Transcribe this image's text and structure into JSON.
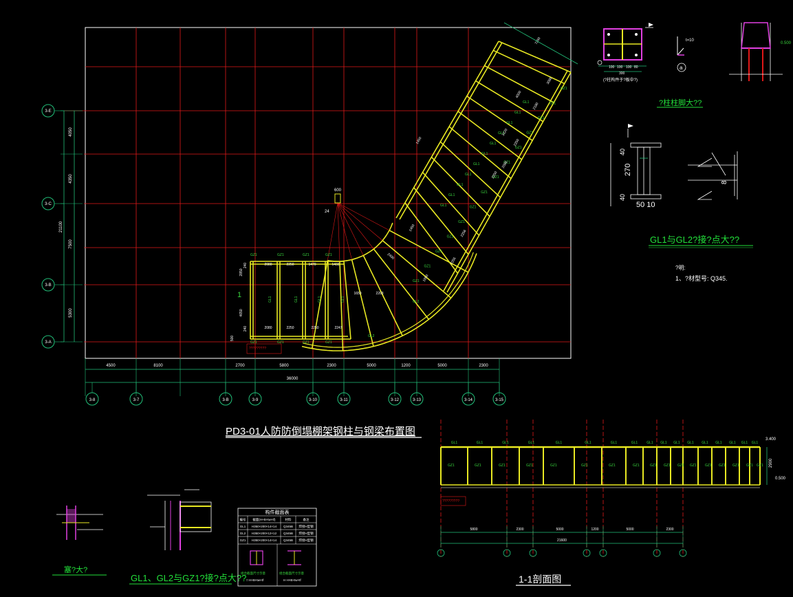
{
  "colors": {
    "background": "#000000",
    "border": "#ffffff",
    "grid": "#e01818",
    "beam": "#e8e822",
    "dim": "#22c07a",
    "label": "#39d43d",
    "text": "#ffffff",
    "detail_pink": "#e040e0",
    "title_green": "#22e03a"
  },
  "titles": {
    "plan": "PD3-01人防防倒塌棚架钢柱与钢梁布置图",
    "section": "1-1剖面图",
    "detail_column_foot": "?柱柱脚大??",
    "detail_gl1_gl2": "GL1与GL2?接?点大??",
    "detail_gl_gz1": "GL1、GL2与GZ1?接?点大??",
    "detail_stiffener": "塞?大?"
  },
  "notes": {
    "head": "?明:",
    "line1": "1、?材型号: Q345."
  },
  "axes": {
    "horizontal": [
      "3-8",
      "3-7",
      "3-B",
      "3-9",
      "3-10",
      "3-11",
      "3-12",
      "3-13",
      "3-14",
      "3-15"
    ],
    "vertical": [
      "3-E",
      "3-C",
      "3-B",
      "3-A"
    ]
  },
  "dims": {
    "bottom": [
      "4500",
      "8100",
      "2700",
      "5800",
      "2300",
      "5000",
      "1200",
      "5000",
      "2300"
    ],
    "bottom_total": "36000",
    "left": [
      "4050",
      "4350",
      "7500",
      "5300"
    ],
    "left_total": "21100",
    "top_row": [
      "2080",
      "2250",
      "1470",
      "1433"
    ],
    "bottom_row": [
      "2080",
      "2250",
      "2250",
      "2247"
    ],
    "left_small": [
      "240",
      "2850",
      "4650",
      "240",
      "500"
    ],
    "curve_row": [
      "1650",
      "2203"
    ],
    "angled": [
      "7260",
      "3085",
      "4000",
      "3120",
      "2085",
      "2250",
      "2180",
      "1450",
      "2250",
      "1450",
      "2256",
      "2255",
      "1650"
    ],
    "center": "600",
    "radius": "2400",
    "small": "24"
  },
  "labels": {
    "gz": "GZ1",
    "gl": "GL1",
    "gl2": "GL2",
    "section_marker": "1",
    "plan_note": "?????????",
    "section_note": "?????????"
  },
  "section": {
    "dims": [
      "5800",
      "2300",
      "5000",
      "1200",
      "5000",
      "2300"
    ],
    "total": "21600",
    "height": "2900",
    "elev_top": "3.400",
    "elev_bot": "0.500"
  },
  "table": {
    "title": "构件截面表",
    "header": [
      "编号",
      "截面(H×B×tw×tf)",
      "材料",
      "备注"
    ],
    "rows": [
      [
        "GL1",
        "H350×200×14×14",
        "Q345B",
        "焊接H型钢"
      ],
      [
        "GL2",
        "H350×200×12×12",
        "Q345B",
        "焊接H型钢"
      ],
      [
        "GZ1",
        "H350×200×14×14",
        "Q345B",
        "焊接H型钢"
      ]
    ],
    "foot1": "组合截面尺寸示意",
    "foot2": "组合截面尺寸示意",
    "sub1": "□ H×B×tw×tf",
    "sub2": "H  H×B×tw×tf"
  },
  "detail_dims": {
    "top_plate": [
      "100",
      "100",
      "100",
      "80"
    ],
    "plate_total": "300",
    "plate_note": "(?柱构件于?板中?)",
    "t10": "t=10",
    "circle": "a",
    "elev": "0.500",
    "d270": "270",
    "d40a": "40",
    "d40b": "40",
    "d5010": "50 10",
    "d8": "8"
  }
}
